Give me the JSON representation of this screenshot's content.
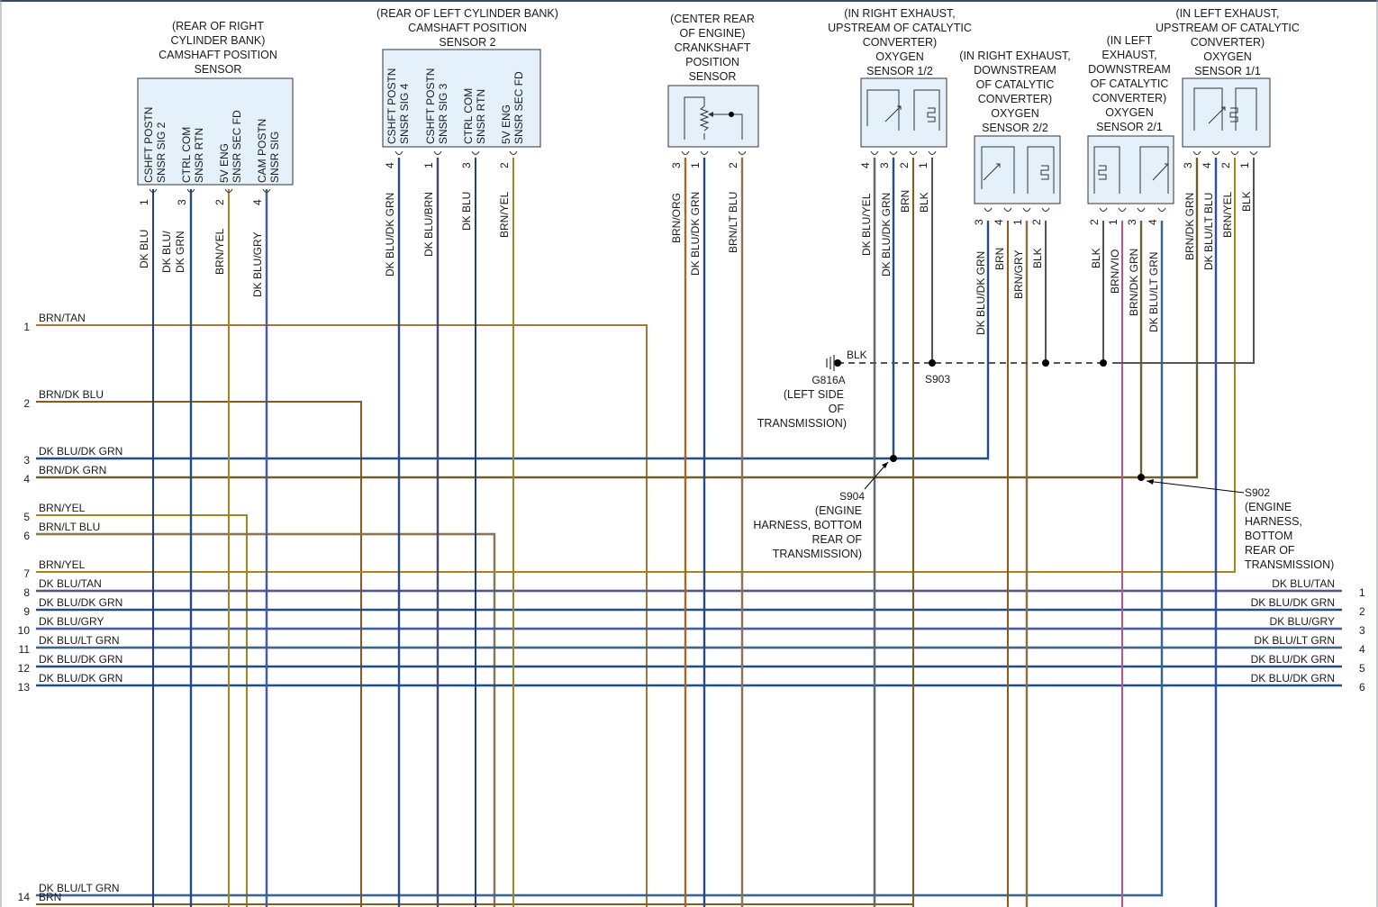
{
  "components": {
    "cmp_right": {
      "caption": [
        "(REAR OF RIGHT",
        "CYLINDER BANK)",
        "CAMSHAFT POSITION",
        "SENSOR"
      ],
      "pins": [
        {
          "label": [
            "CSHFT POSTN",
            "SNSR SIG 2"
          ],
          "num": "1",
          "wire": "DK BLU"
        },
        {
          "label": [
            "CTRL COM",
            "SNSR RTN"
          ],
          "num": "3",
          "wire": "DK BLU/ DK GRN"
        },
        {
          "label": [
            "5V ENG",
            "SNSR SEC FD"
          ],
          "num": "2",
          "wire": "BRN/YEL"
        },
        {
          "label": [
            "CAM POSTN",
            "SNSR SIG"
          ],
          "num": "4",
          "wire": "DK BLU/GRY"
        }
      ]
    },
    "cmp_left": {
      "caption": [
        "(REAR OF LEFT CYLINDER BANK)",
        "CAMSHAFT POSITION",
        "SENSOR 2"
      ],
      "pins": [
        {
          "label": [
            "CSHFT POSTN",
            "SNSR SIG 4"
          ],
          "num": "4",
          "wire": "DK BLU/DK GRN"
        },
        {
          "label": [
            "CSHFT POSTN",
            "SNSR SIG 3"
          ],
          "num": "1",
          "wire": "DK BLU/BRN"
        },
        {
          "label": [
            "CTRL COM",
            "SNSR RTN"
          ],
          "num": "3",
          "wire": "DK BLU"
        },
        {
          "label": [
            "5V ENG",
            "SNSR SEC FD"
          ],
          "num": "2",
          "wire": "BRN/YEL"
        }
      ]
    },
    "ckp": {
      "caption": [
        "(CENTER REAR",
        "OF ENGINE)",
        "CRANKSHAFT",
        "POSITION",
        "SENSOR"
      ],
      "pins": [
        {
          "num": "3",
          "wire": "BRN/ORG"
        },
        {
          "num": "1",
          "wire": "DK BLU/DK GRN"
        },
        {
          "num": "2",
          "wire": "BRN/LT BLU"
        }
      ]
    },
    "o2_12": {
      "caption": [
        "(IN RIGHT EXHAUST,",
        "UPSTREAM OF CATALYTIC",
        "CONVERTER)",
        "OXYGEN",
        "SENSOR 1/2"
      ],
      "pins": [
        {
          "num": "4",
          "wire": "DK BLU/YEL"
        },
        {
          "num": "3",
          "wire": "DK BLU/DK GRN"
        },
        {
          "num": "2",
          "wire": "BRN"
        },
        {
          "num": "1",
          "wire": "BLK"
        }
      ]
    },
    "o2_22": {
      "caption": [
        "(IN RIGHT EXHAUST,",
        "DOWNSTREAM",
        "OF CATALYTIC",
        "CONVERTER)",
        "OXYGEN",
        "SENSOR 2/2"
      ],
      "pins": [
        {
          "num": "3",
          "wire": "DK BLU/DK GRN"
        },
        {
          "num": "4",
          "wire": "BRN"
        },
        {
          "num": "1",
          "wire": "BRN/GRY"
        },
        {
          "num": "2",
          "wire": "BLK"
        }
      ]
    },
    "o2_21": {
      "caption": [
        "(IN LEFT",
        "EXHAUST,",
        "DOWNSTREAM",
        "OF CATALYTIC",
        "CONVERTER)",
        "OXYGEN",
        "SENSOR 2/1"
      ],
      "pins": [
        {
          "num": "2",
          "wire": "BLK"
        },
        {
          "num": "1",
          "wire": "BRN/VIO"
        },
        {
          "num": "3",
          "wire": "BRN/DK GRN"
        },
        {
          "num": "4",
          "wire": "DK BLU/LT GRN"
        }
      ]
    },
    "o2_11": {
      "caption": [
        "(IN LEFT EXHAUST,",
        "UPSTREAM OF CATALYTIC",
        "CONVERTER)",
        "OXYGEN",
        "SENSOR 1/1"
      ],
      "pins": [
        {
          "num": "3",
          "wire": "BRN/DK GRN"
        },
        {
          "num": "4",
          "wire": "DK BLU/LT BLU"
        },
        {
          "num": "2",
          "wire": "BRN/YEL"
        },
        {
          "num": "1",
          "wire": "BLK"
        }
      ]
    }
  },
  "ground": {
    "wire": "BLK",
    "id": "G816A",
    "location": [
      "(LEFT SIDE",
      "OF",
      "TRANSMISSION)"
    ]
  },
  "splices": {
    "s903": {
      "id": "S903"
    },
    "s904": {
      "id": "S904",
      "location": [
        "(ENGINE",
        "HARNESS, BOTTOM",
        "REAR OF",
        "TRANSMISSION)"
      ]
    },
    "s902": {
      "id": "S902",
      "location": [
        "(ENGINE",
        "HARNESS,",
        "BOTTOM",
        "REAR OF",
        "TRANSMISSION)"
      ]
    }
  },
  "left_rows": [
    {
      "num": "1",
      "wire": "BRN/TAN"
    },
    {
      "num": "2",
      "wire": "BRN/DK BLU"
    },
    {
      "num": "3",
      "wire": "DK BLU/DK GRN"
    },
    {
      "num": "4",
      "wire": "BRN/DK GRN"
    },
    {
      "num": "5",
      "wire": "BRN/YEL"
    },
    {
      "num": "6",
      "wire": "BRN/LT BLU"
    },
    {
      "num": "7",
      "wire": "BRN/YEL"
    },
    {
      "num": "8",
      "wire": "DK BLU/TAN"
    },
    {
      "num": "9",
      "wire": "DK BLU/DK GRN"
    },
    {
      "num": "10",
      "wire": "DK BLU/GRY"
    },
    {
      "num": "11",
      "wire": "DK BLU/LT GRN"
    },
    {
      "num": "12",
      "wire": "DK BLU/DK GRN"
    },
    {
      "num": "13",
      "wire": "DK BLU/DK GRN"
    },
    {
      "num": "14",
      "wire": "DK BLU/LT GRN"
    },
    {
      "num": "",
      "wire": "BRN"
    }
  ],
  "right_rows": [
    {
      "num": "1",
      "wire": "DK BLU/TAN"
    },
    {
      "num": "2",
      "wire": "DK BLU/DK GRN"
    },
    {
      "num": "3",
      "wire": "DK BLU/GRY"
    },
    {
      "num": "4",
      "wire": "DK BLU/LT GRN"
    },
    {
      "num": "5",
      "wire": "DK BLU/DK GRN"
    },
    {
      "num": "6",
      "wire": "DK BLU/DK GRN"
    }
  ],
  "colors": {
    "dk_blu": "#1f3c99",
    "dk_grn": "#2e6b5e",
    "brn": "#8a5a1c",
    "yel": "#d2b21c",
    "brn_yel": "#a8841e",
    "brn_tan": "#a4782e",
    "brn_lt_blu": "#7fa0b8",
    "lt_grn": "#5fb06a",
    "gry": "#8a8f99",
    "blk": "#555555",
    "brn_vio": "#c0508a",
    "brn_dkgrn": "#7a7a2a",
    "dkblu_ltgrn": "#3f7f88",
    "dkblu_ltblu": "#3a70c4",
    "box_fill": "#e4f1fa"
  }
}
